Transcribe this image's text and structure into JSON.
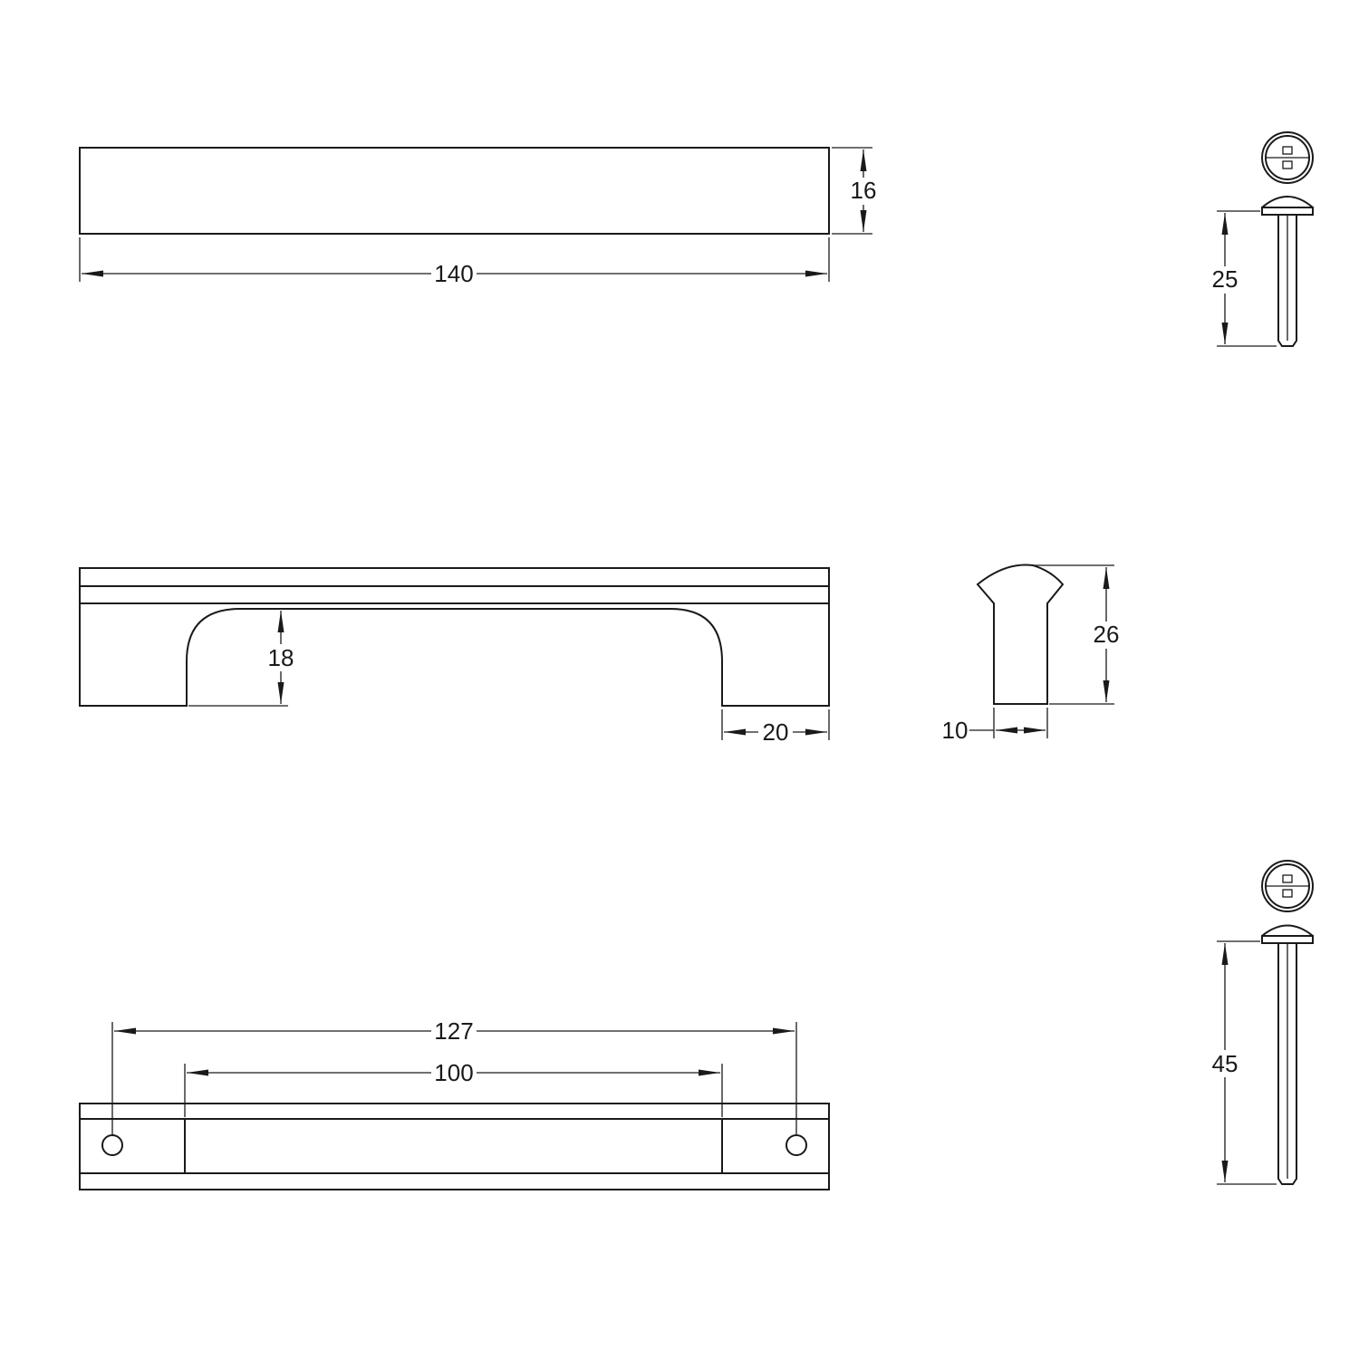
{
  "dimensions": {
    "top_height": "16",
    "top_length": "140",
    "screw_short_length": "25",
    "front_opening_height": "18",
    "front_leg_width": "20",
    "profile_height": "26",
    "profile_base_width": "10",
    "hole_center_spacing": "127",
    "inner_opening_length": "100",
    "screw_long_length": "45"
  },
  "colors": {
    "line": "#1a1a1a",
    "background": "#ffffff"
  }
}
